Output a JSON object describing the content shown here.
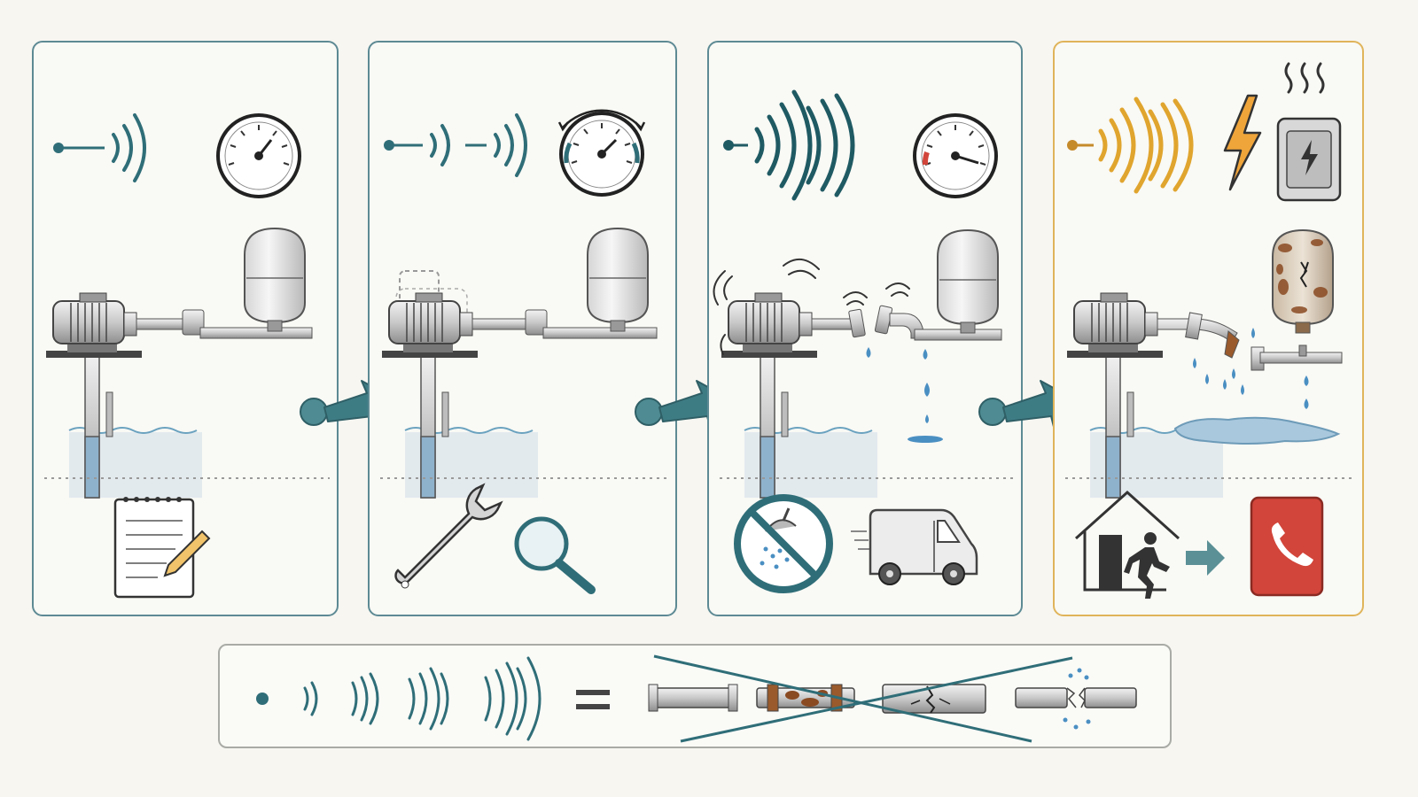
{
  "diagram": {
    "stages": [
      {
        "id": "stage-1",
        "level": "normal",
        "sound_level": 1,
        "gauge": "normal",
        "action_icons": [
          "notepad-icon"
        ]
      },
      {
        "id": "stage-2",
        "level": "normal",
        "sound_level": 2,
        "gauge": "fluctuating",
        "action_icons": [
          "wrench-icon",
          "magnifier-icon"
        ]
      },
      {
        "id": "stage-3",
        "level": "normal",
        "sound_level": 3,
        "gauge": "high",
        "action_icons": [
          "no-shower-icon",
          "service-van-icon"
        ]
      },
      {
        "id": "stage-4",
        "level": "warning",
        "sound_level": 4,
        "gauge": "none",
        "action_icons": [
          "evacuate-house-icon",
          "emergency-phone-icon"
        ]
      }
    ],
    "legend": {
      "sound_levels": 4,
      "equals_symbol": "=",
      "pipe_states": [
        "intact",
        "corroded",
        "cracked",
        "burst"
      ]
    },
    "colors": {
      "teal": "#2f6e78",
      "panel_border": "#5d8a94",
      "warning": "#e0a52e",
      "water": "#bcd4e0",
      "alarm_red": "#d2453a"
    }
  }
}
